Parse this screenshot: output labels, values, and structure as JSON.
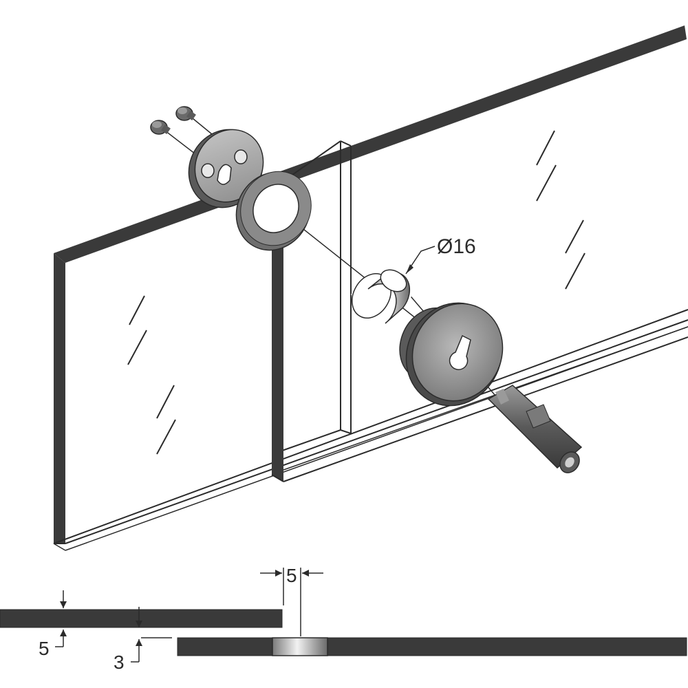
{
  "labels": {
    "diameter": "Ø16",
    "gap_width": "5",
    "glass_thickness": "5",
    "offset": "3"
  },
  "colors": {
    "line": "#2b2b2b",
    "glass_edge": "#3a3a3a",
    "metal_dark": "#4a4a4a",
    "metal_mid": "#8e8e8e",
    "metal_light": "#cfcfcf",
    "background": "#ffffff"
  }
}
